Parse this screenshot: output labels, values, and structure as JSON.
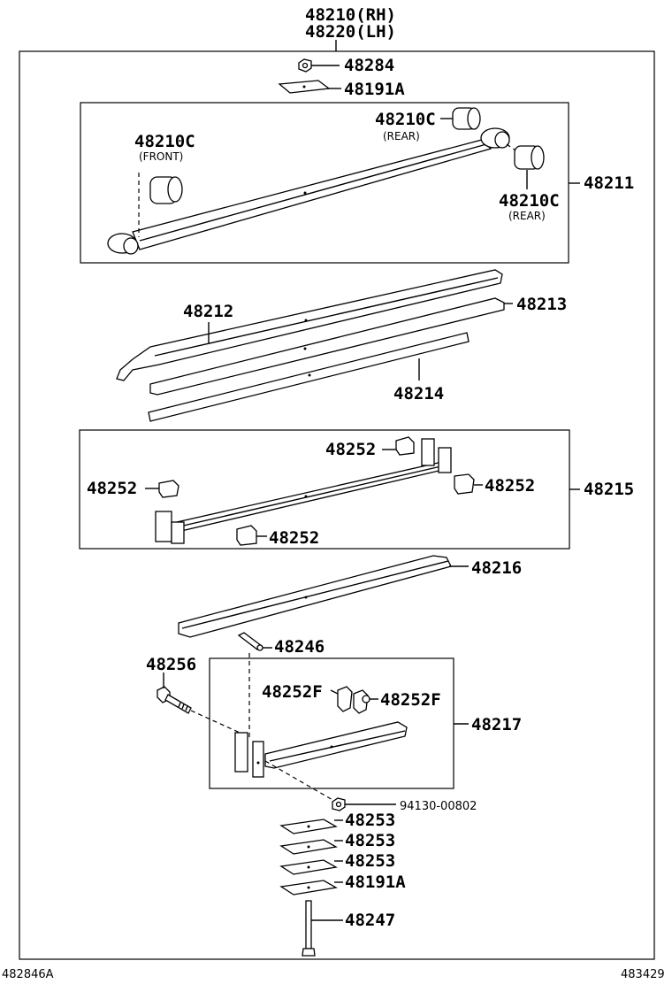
{
  "assembly": {
    "rh": "48210(RH)",
    "lh": "48220(LH)"
  },
  "labels": {
    "p48284": "48284",
    "p48191a_top": "48191A",
    "p48210c_rear1": "48210C",
    "rear1_note": "(REAR)",
    "p48210c_front": "48210C",
    "front_note": "(FRONT)",
    "p48211": "48211",
    "p48210c_rear2": "48210C",
    "rear2_note": "(REAR)",
    "p48212": "48212",
    "p48213": "48213",
    "p48214": "48214",
    "p48252_a": "48252",
    "p48252_b": "48252",
    "p48252_c": "48252",
    "p48252_d": "48252",
    "p48215": "48215",
    "p48216": "48216",
    "p48246": "48246",
    "p48256": "48256",
    "p48252f_a": "48252F",
    "p48252f_b": "48252F",
    "p48217": "48217",
    "p94130": "94130-00802",
    "p48253_a": "48253",
    "p48253_b": "48253",
    "p48253_c": "48253",
    "p48191a_bottom": "48191A",
    "p48247": "48247"
  },
  "footer": {
    "left_code": "482846A",
    "right_code": "483429"
  }
}
